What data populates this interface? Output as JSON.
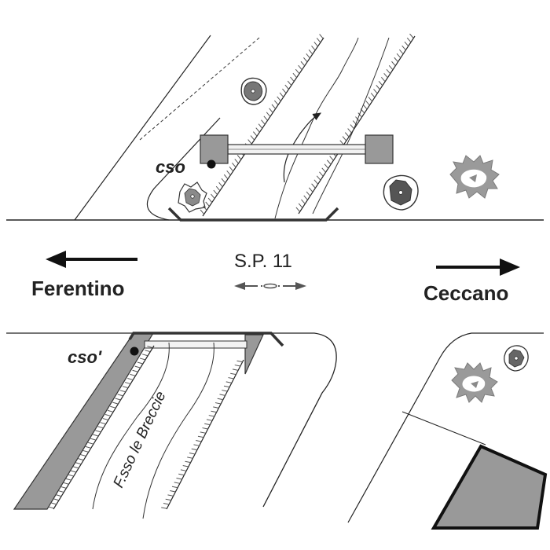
{
  "labels": {
    "road": "S.P. 11",
    "west_destination": "Ferentino",
    "east_destination": "Ceccano",
    "stream": "F.sso le Breccie",
    "outfall_north": "cso",
    "outfall_south": "cso'"
  },
  "colors": {
    "line": "#222222",
    "thin_line": "#444444",
    "structure_fill": "#999999",
    "tree_grey": "#8a8a8a",
    "tree_dark": "#555555",
    "background": "#ffffff"
  },
  "icons": {
    "west_arrow": "arrow-left-icon",
    "east_arrow": "arrow-right-icon",
    "flow_arrow": "flow-arrow-icon",
    "road_axis": "double-arrow-icon",
    "trees": "tree-icon",
    "outfall_points": "dot-icon"
  }
}
